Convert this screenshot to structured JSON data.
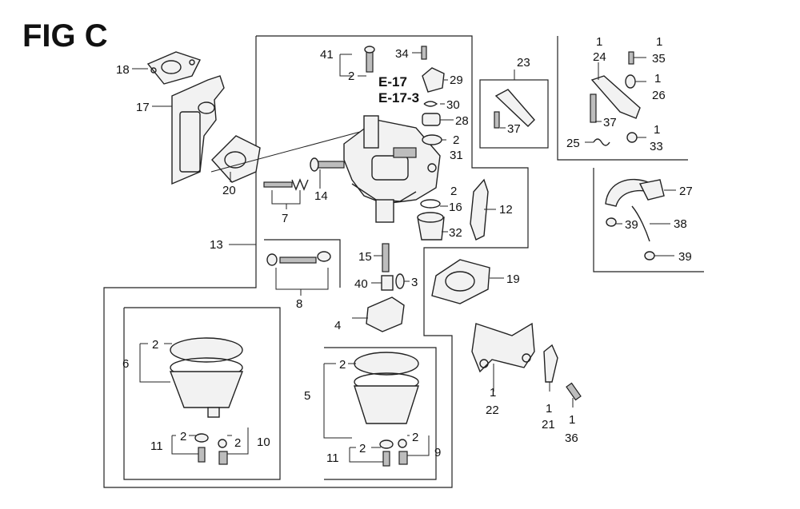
{
  "figure": {
    "title": "FIG C"
  },
  "callouts": {
    "c18": "18",
    "c17": "17",
    "c20": "20",
    "c13": "13",
    "c41": "41",
    "c41q": "2",
    "c34": "34",
    "c29": "29",
    "e17": "E-17",
    "e173": "E-17-3",
    "c30": "30",
    "c28": "28",
    "c31q": "2",
    "c31": "31",
    "c14": "14",
    "c7": "7",
    "c16q": "2",
    "c16": "16",
    "c12": "12",
    "c32": "32",
    "c15": "15",
    "c40": "40",
    "c3": "3",
    "c8": "8",
    "c19": "19",
    "c4": "4",
    "c6q": "2",
    "c6": "6",
    "c5q": "2",
    "c5": "5",
    "c11aq": "2",
    "c11a": "11",
    "c10q": "2",
    "c10": "10",
    "c11bq": "2",
    "c11b": "11",
    "c9q": "2",
    "c9": "9",
    "c22q": "1",
    "c22": "22",
    "c21q": "1",
    "c21": "21",
    "c36q": "1",
    "c36": "36",
    "c23": "23",
    "c37a": "37",
    "c24q": "1",
    "c24": "24",
    "c35q": "1",
    "c35": "35",
    "c26q": "1",
    "c26": "26",
    "c37b": "37",
    "c25": "25",
    "c33q": "1",
    "c33": "33",
    "c27": "27",
    "c38": "38",
    "c39a": "39",
    "c39b": "39"
  }
}
